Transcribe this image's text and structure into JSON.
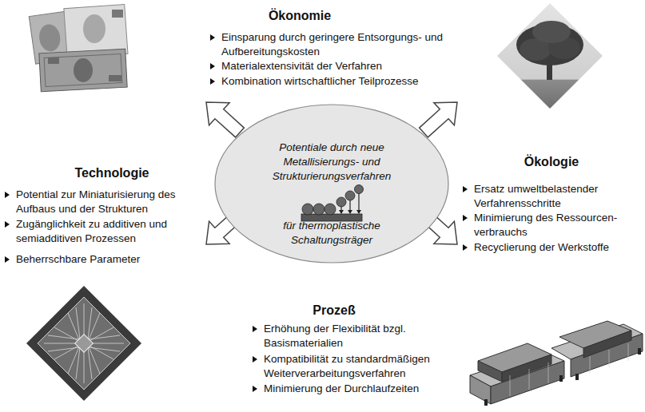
{
  "diagram": {
    "nodes": [
      {
        "text": [
          "Potentiale durch neue Metallisierungs- und Strukturierungsverfahren",
          "für thermoplastische Schaltungsträger"
        ]
      }
    ],
    "labels": [
      "Ökonomie",
      "Einsparung durch geringere Entsorgungs- und Aufbereitungskosten",
      "Materialextensivität der Verfahren",
      "Kombination wirtschaftlicher Teilprozesse",
      "Technologie",
      "Potential zur Miniaturisierung des Aufbaus und der Strukturen",
      "Zugänglichkeit zu additiven und semiadditiven Prozessen",
      "Beherrschbare Parameter",
      "Ökologie",
      "Ersatz umweltbelastender Verfahrensschritte",
      "Minimierung des Ressourcen- verbrauchs",
      "Recyclierung der Werkstoffe",
      "Prozeß",
      "Erhöhung der Flexibilität bzgl. Basismaterialien",
      "Kompatibilität zu standardmäßigen Weiterverarbeitungsverfahren",
      "Minimierung der Durchlaufzeiten"
    ]
  }
}
